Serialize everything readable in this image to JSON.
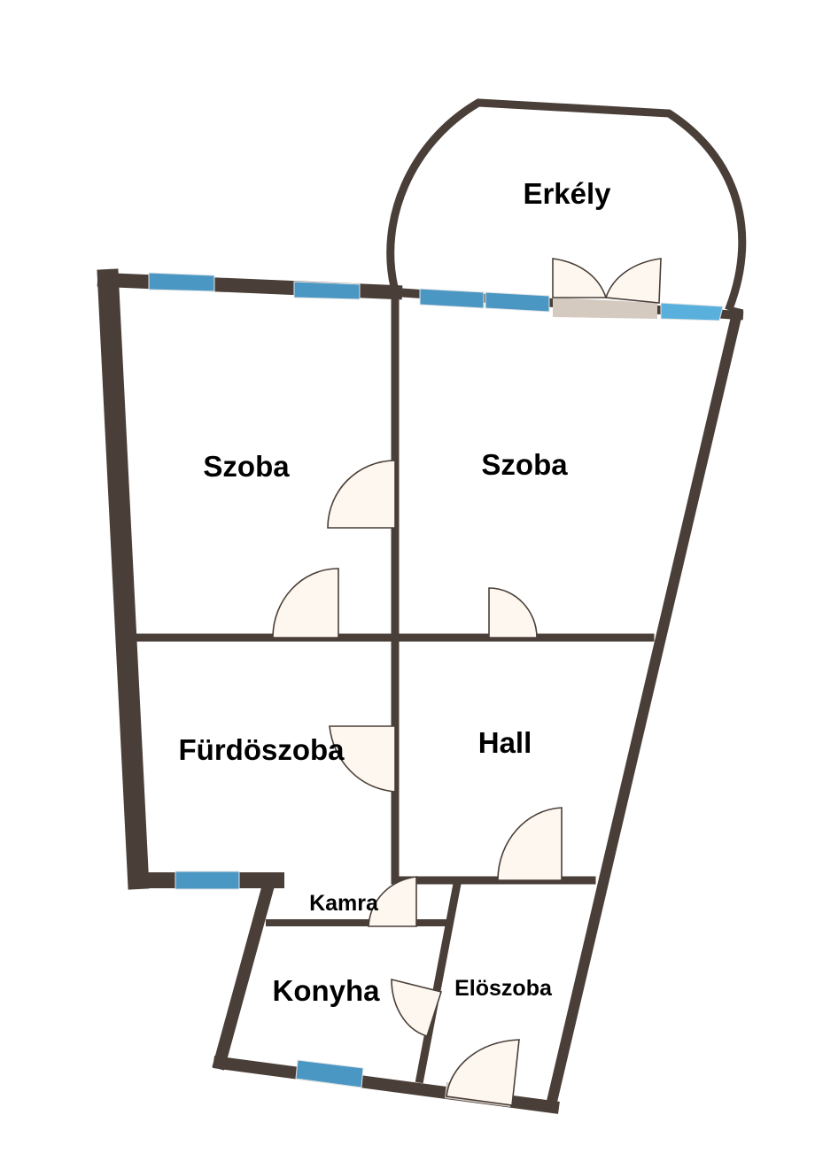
{
  "colors": {
    "wall": "#4a3f38",
    "window": "#4a97c4",
    "window_light": "#5ab0dc",
    "door_fill": "#fdf7f0",
    "door_stroke": "#4a3f38",
    "door_shadow": "#d4cac0"
  },
  "rooms": {
    "balcony": "Erkély",
    "room_left": "Szoba",
    "room_right": "Szoba",
    "bathroom": "Fürdöszoba",
    "hall": "Hall",
    "pantry": "Kamra",
    "kitchen": "Konyha",
    "entry": "Elöszoba"
  }
}
